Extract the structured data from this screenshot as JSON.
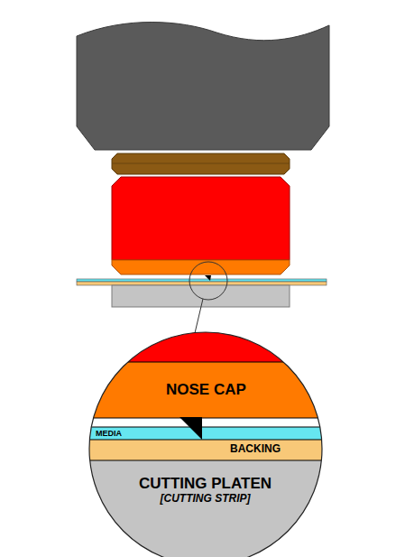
{
  "diagram": {
    "nodes": [
      {
        "text": [
          "NOSE CAP"
        ]
      },
      {
        "text": [
          "MEDIA"
        ]
      },
      {
        "text": [
          "BACKING"
        ]
      },
      {
        "text": [
          "CUTTING PLATEN",
          "[CUTTING STRIP]"
        ]
      }
    ]
  }
}
